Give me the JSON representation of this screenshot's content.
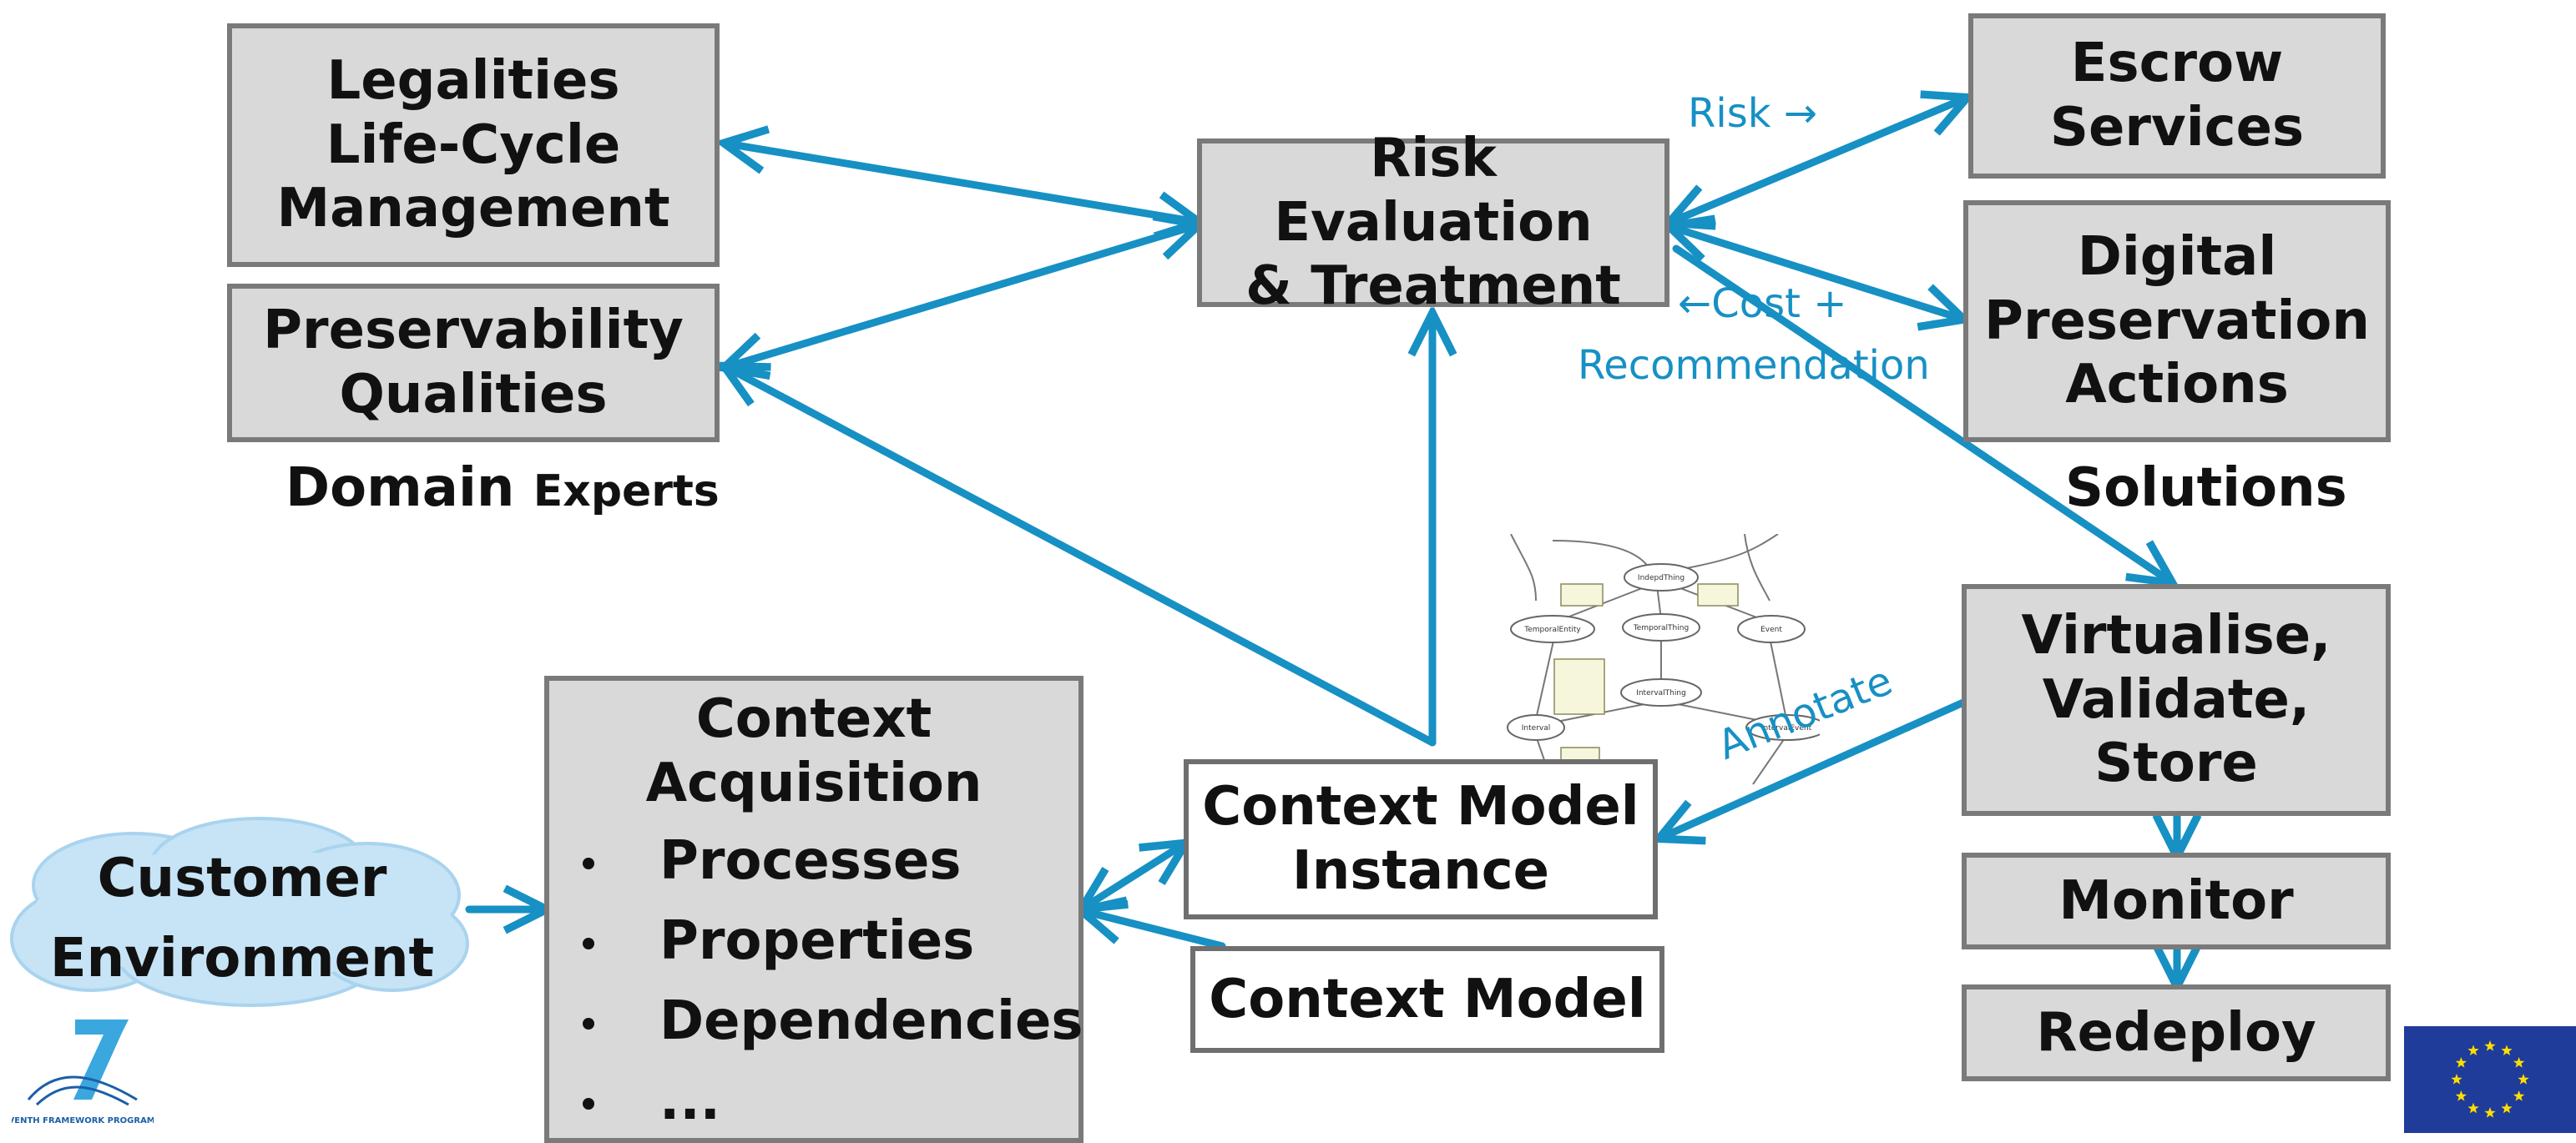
{
  "boxes": {
    "legalities": [
      "Legalities",
      "Life-Cycle",
      "Management"
    ],
    "preservability": [
      "Preservability",
      "Qualities"
    ],
    "risk": [
      "Risk Evaluation",
      "& Treatment"
    ],
    "escrow": [
      "Escrow",
      "Services"
    ],
    "digital_preservation": [
      "Digital",
      "Preservation",
      "Actions"
    ],
    "virtualise": [
      "Virtualise,",
      "Validate,",
      "Store"
    ],
    "monitor": "Monitor",
    "redeploy": "Redeploy",
    "context_acquisition": {
      "title": [
        "Context",
        "Acquisition"
      ],
      "items": [
        "Processes",
        "Properties",
        "Dependencies",
        "..."
      ]
    },
    "context_model_instance": [
      "Context Model",
      "Instance"
    ],
    "context_model": "Context Model",
    "customer_environment": [
      "Customer",
      "Environment"
    ]
  },
  "group_labels": {
    "domain": "Domain",
    "experts": "Experts",
    "solutions": "Solutions"
  },
  "arrow_labels": {
    "risk": "Risk →",
    "cost": "←Cost +",
    "recommendation": "Recommendation",
    "annotate": "Annotate"
  },
  "ontology_nodes": [
    "IndepdThing",
    "TemporalEntity",
    "TemporalThing",
    "Event",
    "IntervalThing",
    "Interval",
    "IntervalEvent"
  ],
  "logo_text": "SEVENTH FRAMEWORK PROGRAMME",
  "colors": {
    "arrow": "#1790c4",
    "box_fill": "#d9d9d9",
    "box_border": "#7a7a7a",
    "eu_blue": "#1f3c9a",
    "eu_star": "#ffdd00",
    "cloud": "#c6e4f6"
  },
  "icons": [
    "cloud-shape",
    "ontology-graph",
    "fp7-logo",
    "eu-flag"
  ]
}
